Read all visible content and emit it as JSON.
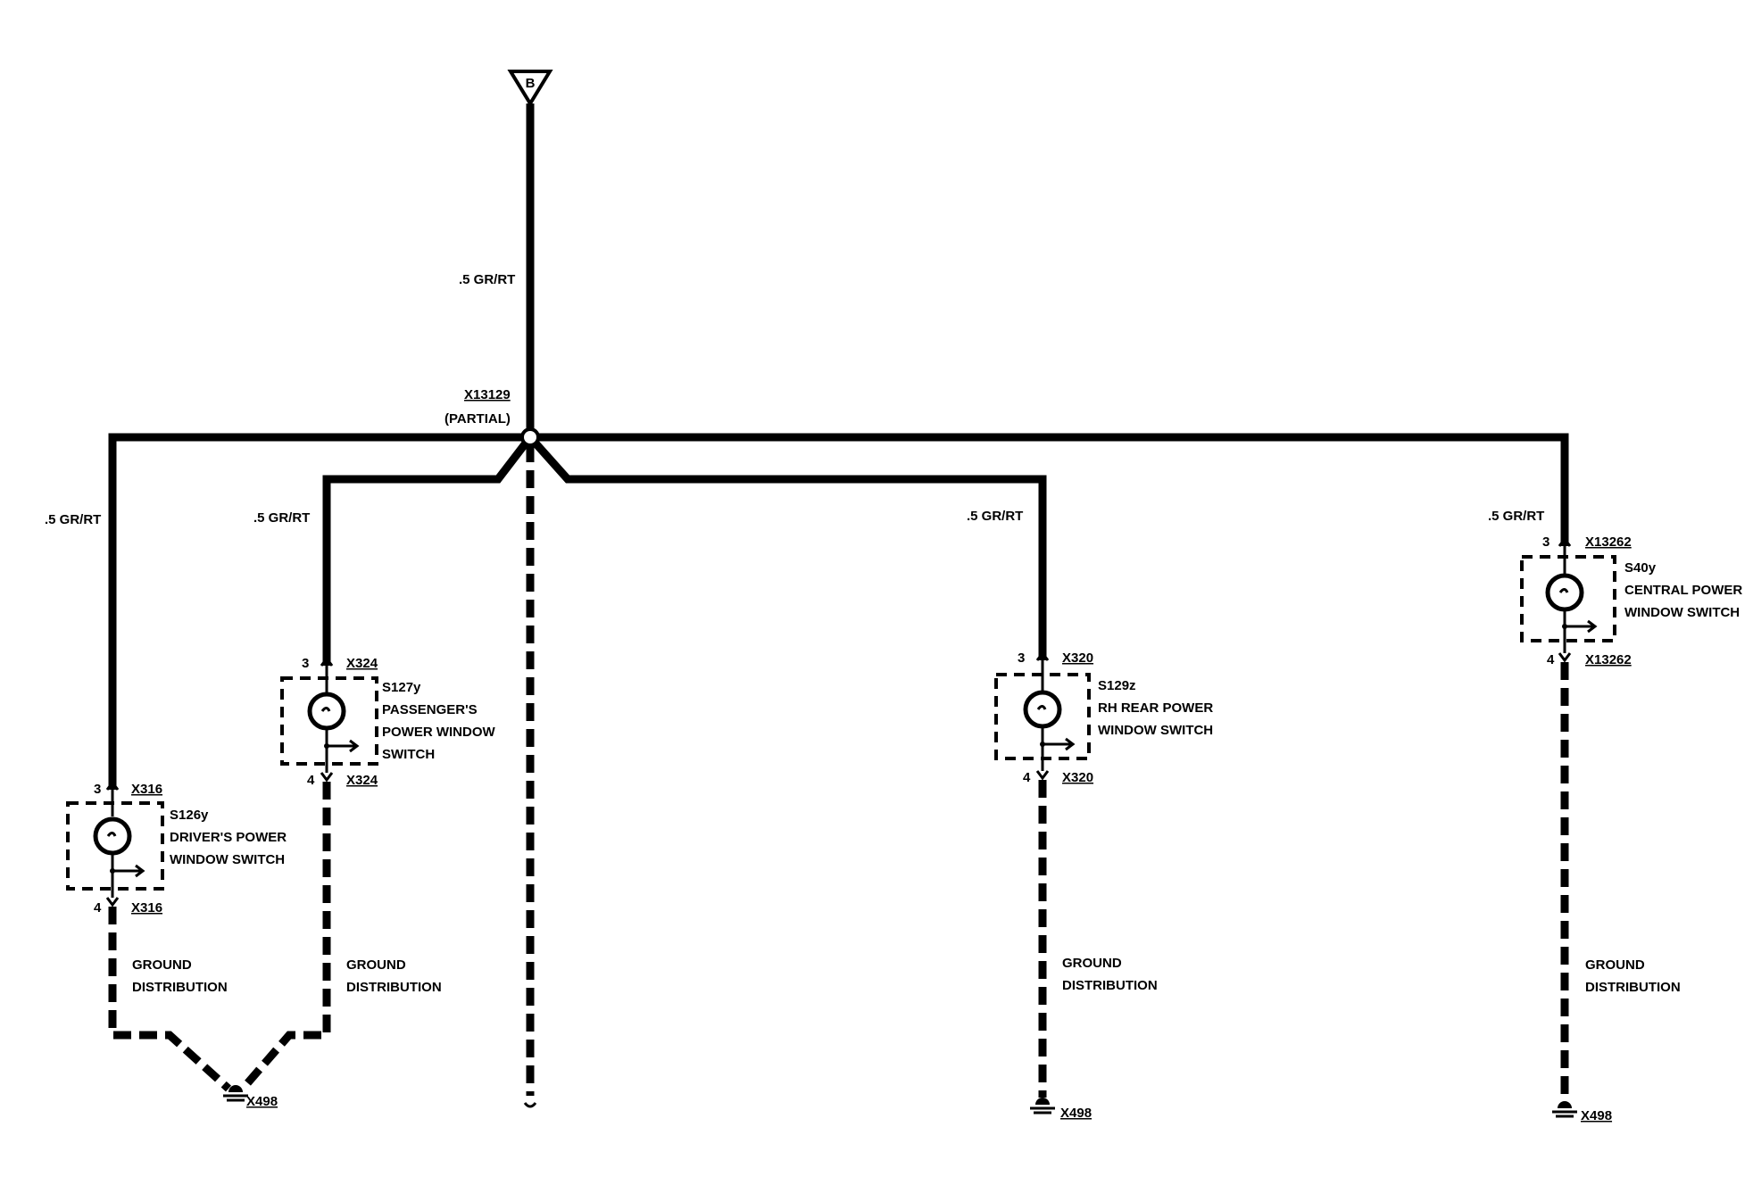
{
  "connector_top": {
    "label": "B"
  },
  "main_wire": {
    "label": ".5 GR/RT"
  },
  "splice": {
    "id": "X13129",
    "note": "(PARTIAL)"
  },
  "branches": {
    "driver": {
      "wire_label": ".5 GR/RT",
      "pin_top": "3",
      "conn_top": "X316",
      "pin_bottom": "4",
      "conn_bottom": "X316",
      "switch_lines": [
        "S126y",
        "DRIVER'S POWER",
        "WINDOW SWITCH"
      ],
      "ground_lines": [
        "GROUND",
        "DISTRIBUTION"
      ]
    },
    "passenger": {
      "wire_label": ".5 GR/RT",
      "pin_top": "3",
      "conn_top": "X324",
      "pin_bottom": "4",
      "conn_bottom": "X324",
      "switch_lines": [
        "S127y",
        "PASSENGER'S",
        "POWER WINDOW",
        "SWITCH"
      ],
      "ground_lines": [
        "GROUND",
        "DISTRIBUTION"
      ]
    },
    "rh_rear": {
      "wire_label": ".5 GR/RT",
      "pin_top": "3",
      "conn_top": "X320",
      "pin_bottom": "4",
      "conn_bottom": "X320",
      "switch_lines": [
        "S129z",
        "RH REAR POWER",
        "WINDOW SWITCH"
      ],
      "ground_lines": [
        "GROUND",
        "DISTRIBUTION"
      ],
      "ground_point": "X498"
    },
    "central": {
      "wire_label": ".5 GR/RT",
      "pin_top": "3",
      "conn_top": "X13262",
      "pin_bottom": "4",
      "conn_bottom": "X13262",
      "switch_lines": [
        "S40y",
        "CENTRAL POWER",
        "WINDOW SWITCH"
      ],
      "ground_lines": [
        "GROUND",
        "DISTRIBUTION"
      ],
      "ground_point": "X498"
    }
  },
  "shared_ground": {
    "ground_point": "X498"
  }
}
